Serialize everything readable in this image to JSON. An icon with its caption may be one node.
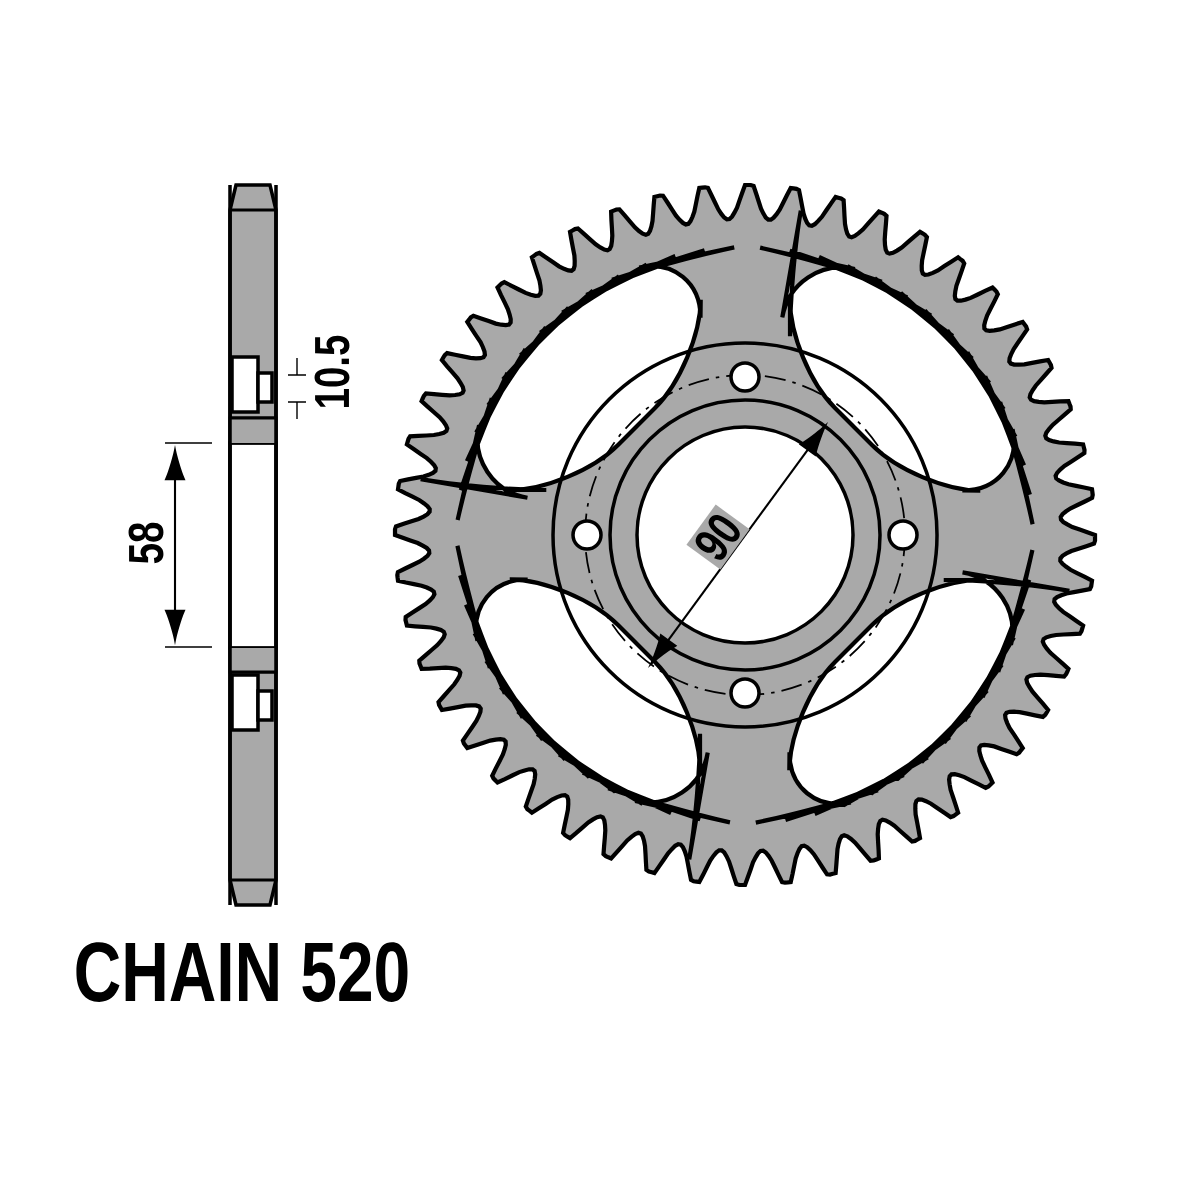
{
  "diagram": {
    "labels": [
      "10.5",
      "58",
      "90",
      "CHAIN 520"
    ]
  }
}
